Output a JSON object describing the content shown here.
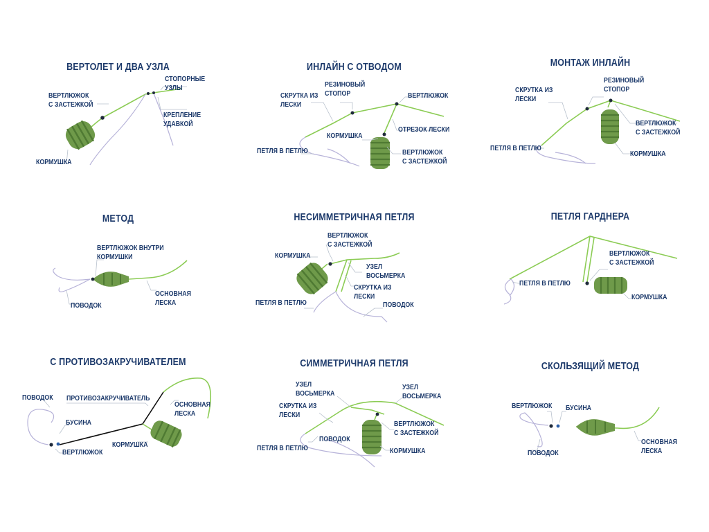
{
  "colors": {
    "title": "#1d3a6b",
    "label": "#1d3a6b",
    "mainline": "#8ccc55",
    "leader": "#b7b3d9",
    "feeder": "#6f9a4a",
    "antitangle": "#111111"
  },
  "panels": [
    {
      "title": "ВЕРТОЛЕТ И ДВА УЗЛА",
      "labels": [
        "СТОПОРНЫЕ\nУЗЛЫ",
        "ВЕРТЛЮЖОК\nС ЗАСТЕЖКОЙ",
        "КРЕПЛЕНИЕ\nУДАВКОЙ",
        "КОРМУШКА"
      ]
    },
    {
      "title": "ИНЛАЙН С ОТВОДОМ",
      "labels": [
        "РЕЗИНОВЫЙ\nСТОПОР",
        "СКРУТКА ИЗ\nЛЕСКИ",
        "ВЕРТЛЮЖОК",
        "ОТРЕЗОК ЛЕСКИ",
        "КОРМУШКА",
        "ПЕТЛЯ В ПЕТЛЮ",
        "ВЕРТЛЮЖОК\nС ЗАСТЕЖКОЙ"
      ]
    },
    {
      "title": "МОНТАЖ ИНЛАЙН",
      "labels": [
        "РЕЗИНОВЫЙ\nСТОПОР",
        "СКРУТКА ИЗ\nЛЕСКИ",
        "ВЕРТЛЮЖОК\nС ЗАСТЕЖКОЙ",
        "ПЕТЛЯ В ПЕТЛЮ",
        "КОРМУШКА"
      ]
    },
    {
      "title": "МЕТОД",
      "labels": [
        "ВЕРТЛЮЖОК ВНУТРИ\nКОРМУШКИ",
        "ОСНОВНАЯ\nЛЕСКА",
        "ПОВОДОК"
      ]
    },
    {
      "title": "НЕСИММЕТРИЧНАЯ ПЕТЛЯ",
      "labels": [
        "ВЕРТЛЮЖОК\nС ЗАСТЕЖКОЙ",
        "КОРМУШКА",
        "УЗЕЛ\nВОСЬМЕРКА",
        "СКРУТКА ИЗ\nЛЕСКИ",
        "ПЕТЛЯ В ПЕТЛЮ",
        "ПОВОДОК"
      ]
    },
    {
      "title": "ПЕТЛЯ ГАРДНЕРА",
      "labels": [
        "ВЕРТЛЮЖОК\nС ЗАСТЕЖКОЙ",
        "ПЕТЛЯ В ПЕТЛЮ",
        "КОРМУШКА"
      ]
    },
    {
      "title": "С ПРОТИВОЗАКРУЧИВАТЕЛЕМ",
      "labels": [
        "ПОВОДОК",
        "ПРОТИВОЗАКРУЧИВАТЕЛЬ",
        "ОСНОВНАЯ\nЛЕСКА",
        "БУСИНА",
        "КОРМУШКА",
        "ВЕРТЛЮЖОК"
      ]
    },
    {
      "title": "СИММЕТРИЧНАЯ ПЕТЛЯ",
      "labels": [
        "УЗЕЛ\nВОСЬМЕРКА",
        "УЗЕЛ\nВОСЬМЕРКА",
        "СКРУТКА ИЗ\nЛЕСКИ",
        "ВЕРТЛЮЖОК\nС ЗАСТЕЖКОЙ",
        "ПОВОДОК",
        "ПЕТЛЯ В ПЕТЛЮ",
        "КОРМУШКА"
      ]
    },
    {
      "title": "СКОЛЬЗЯЩИЙ МЕТОД",
      "labels": [
        "ВЕРТЛЮЖОК",
        "БУСИНА",
        "ОСНОВНАЯ\nЛЕСКА",
        "ПОВОДОК"
      ]
    }
  ]
}
